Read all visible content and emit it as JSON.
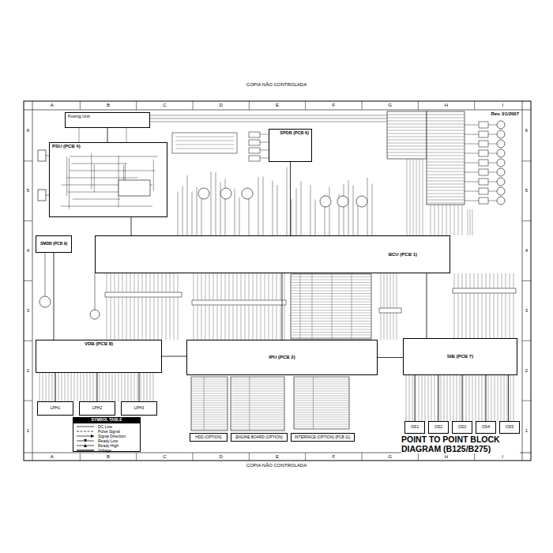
{
  "diagram": {
    "title": "POINT TO POINT BLOCK DIAGRAM (B125/B275)",
    "nodes": [
      {
        "text": [
          "Fusing Unit"
        ]
      },
      {
        "text": [
          "PSU (PCB 4)"
        ]
      },
      {
        "text": [
          "SPDB (PCB 6)"
        ]
      },
      {
        "text": [
          "SMDB (PCB 9)"
        ]
      },
      {
        "text": [
          "BCU (PCB 1)"
        ]
      },
      {
        "text": [
          "VDB (PCB 8)"
        ]
      },
      {
        "text": [
          "IPU (PCB 2)"
        ]
      },
      {
        "text": [
          "SIB (PCB 7)"
        ]
      },
      {
        "text": [
          "LPH1"
        ]
      },
      {
        "text": [
          "LPH2"
        ]
      },
      {
        "text": [
          "LPH3"
        ]
      },
      {
        "text": [
          "OS1"
        ]
      },
      {
        "text": [
          "OS2"
        ]
      },
      {
        "text": [
          "OS3"
        ]
      },
      {
        "text": [
          "OS4"
        ]
      },
      {
        "text": [
          "OS5"
        ]
      },
      {
        "text": [
          "HDD (OPTION)"
        ]
      },
      {
        "text": [
          "ENGINE BOARD (OPTION)"
        ]
      },
      {
        "text": [
          "INTERFACE (OPTION) (PCB 11)"
        ]
      }
    ],
    "edges": [
      {
        "from": 0,
        "to": 1,
        "arrow": "none"
      },
      {
        "from": 1,
        "to": 4,
        "arrow": "none"
      },
      {
        "from": 2,
        "to": 4,
        "arrow": "none"
      },
      {
        "from": 3,
        "to": 5,
        "arrow": "none"
      },
      {
        "from": 4,
        "to": 6,
        "arrow": "none"
      },
      {
        "from": 4,
        "to": 7,
        "arrow": "none"
      },
      {
        "from": 5,
        "to": 6,
        "arrow": "none"
      },
      {
        "from": 6,
        "to": 7,
        "arrow": "none"
      },
      {
        "from": 5,
        "to": 8,
        "arrow": "none"
      },
      {
        "from": 5,
        "to": 9,
        "arrow": "none"
      },
      {
        "from": 5,
        "to": 10,
        "arrow": "none"
      },
      {
        "from": 7,
        "to": 11,
        "arrow": "none"
      },
      {
        "from": 7,
        "to": 12,
        "arrow": "none"
      },
      {
        "from": 7,
        "to": 13,
        "arrow": "none"
      },
      {
        "from": 7,
        "to": 14,
        "arrow": "none"
      },
      {
        "from": 7,
        "to": 15,
        "arrow": "none"
      }
    ],
    "labels": [
      "COPIA NÃO CONTROLADA",
      "COPIA NÃO CONTROLADA",
      "Rev. 01/2007",
      "SYMBOL TABLE",
      "A",
      "B",
      "C",
      "D",
      "E",
      "F",
      "G",
      "H",
      "I",
      "A",
      "B",
      "C",
      "D",
      "E",
      "F",
      "G",
      "H",
      "I",
      "6",
      "5",
      "4",
      "3",
      "2",
      "1",
      "6",
      "5",
      "4",
      "3",
      "2",
      "1"
    ],
    "legend": [
      {
        "text": "DC Line"
      },
      {
        "text": "Pulse Signal"
      },
      {
        "text": "Signal Direction"
      },
      {
        "text": "Ready Low"
      },
      {
        "text": "Ready High"
      },
      {
        "text": "Voltage"
      }
    ]
  }
}
